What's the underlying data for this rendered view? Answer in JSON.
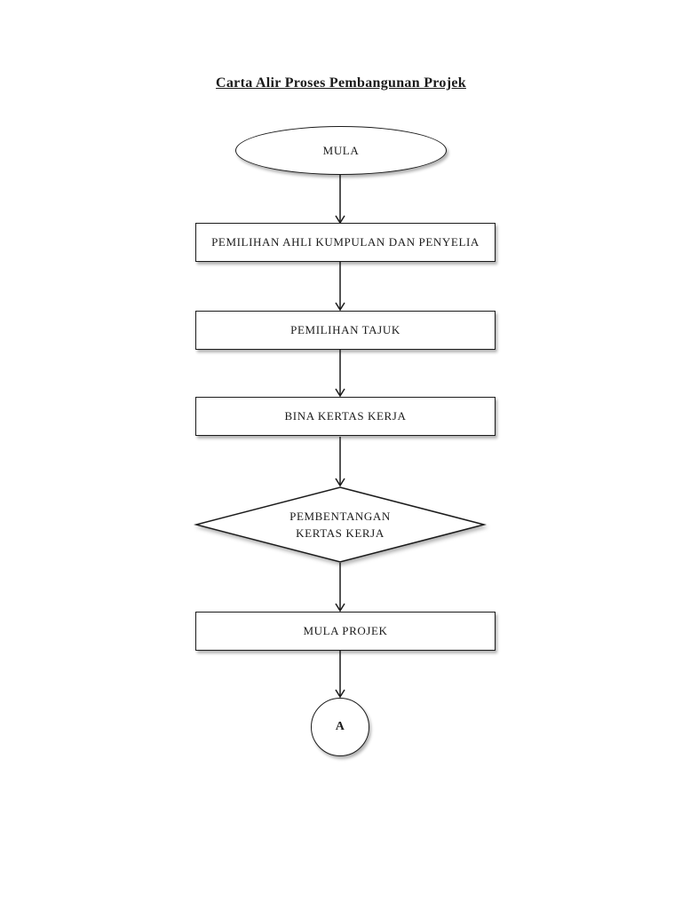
{
  "document": {
    "title": "Carta Alir Proses Pembangunan Projek"
  },
  "flowchart": {
    "nodes": [
      {
        "id": "start",
        "shape": "terminator-ellipse",
        "label": "MULA"
      },
      {
        "id": "process-1",
        "shape": "process-rectangle",
        "label": "PEMILIHAN AHLI KUMPULAN DAN PENYELIA"
      },
      {
        "id": "process-2",
        "shape": "process-rectangle",
        "label": "PEMILIHAN TAJUK"
      },
      {
        "id": "process-3",
        "shape": "process-rectangle",
        "label": "BINA KERTAS KERJA"
      },
      {
        "id": "decision-1",
        "shape": "decision-diamond",
        "label": "PEMBENTANGAN KERTAS KERJA",
        "line1": "PEMBENTANGAN",
        "line2": "KERTAS KERJA"
      },
      {
        "id": "process-4",
        "shape": "process-rectangle",
        "label": "MULA PROJEK"
      },
      {
        "id": "connector-a",
        "shape": "offpage-connector-circle",
        "label": "A"
      }
    ],
    "arrows": [
      {
        "from": "start",
        "to": "process-1",
        "direction": "down"
      },
      {
        "from": "process-1",
        "to": "process-2",
        "direction": "down"
      },
      {
        "from": "process-2",
        "to": "process-3",
        "direction": "down"
      },
      {
        "from": "process-3",
        "to": "decision-1",
        "direction": "down"
      },
      {
        "from": "decision-1",
        "to": "process-4",
        "direction": "down"
      },
      {
        "from": "process-4",
        "to": "connector-a",
        "direction": "down"
      }
    ],
    "colors": {
      "stroke": "#1b1b1b",
      "fill": "#ffffff",
      "text": "#1b1b1b",
      "page_background": "#ffffff"
    }
  }
}
